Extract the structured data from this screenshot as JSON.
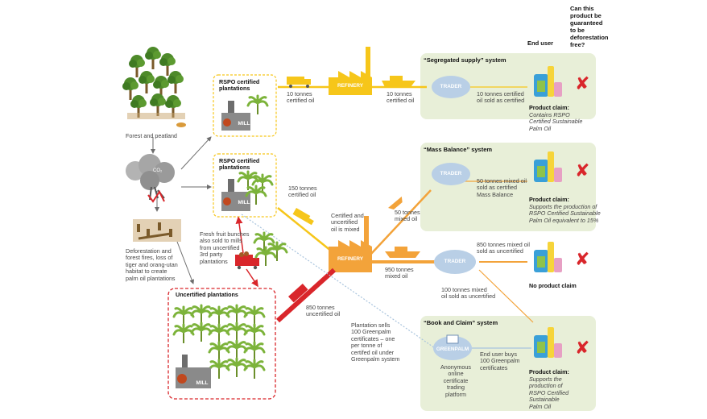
{
  "question": "Can this\nproduct be\nguaranteed\nto be\ndeforestation\nfree?",
  "end_user": "End user",
  "forest_label": "Forest and peatland",
  "co2_label": "CO₂",
  "deforestation_label": "Deforestation and\nforest fires, loss of\ntiger and orang-utan\nhabitat to create\npalm oil plantations",
  "plantation_1": "RSPO certified\nplantations",
  "plantation_2": "RSPO certified\nplantations",
  "uncertified": "Uncertified plantations",
  "mill": "MILL",
  "refinery": "REFINERY",
  "trader": "TRADER",
  "greenpalm": "GREENPALM",
  "flow_10_certified_a": "10 tonnes\ncertified oil",
  "flow_10_certified_b": "10 tonnes\ncertified oil",
  "flow_150_certified": "150 tonnes\ncertified oil",
  "flow_mixed": "Certified and\nuncertified\noil is mixed",
  "flow_50_mixed": "50 tonnes\nmixed oil",
  "flow_950_mixed": "950 tonnes\nmixed oil",
  "flow_850_uncertified": "850 tonnes\nuncertified oil",
  "fresh_fruit": "Fresh fruit bunches\nalso sold to mills\nfrom uncertified\n3rd party\nplantations",
  "plantation_sells": "Plantation sells\n100 Greenpalm\ncertificates – one\nper tonne of\ncertifed oil under\nGreenpalm system",
  "anon_platform": "Anonymous\nonline\ncertificate\ntrading\nplatform",
  "flow_100_mixed": "100 tonnes mixed\noil sold as uncertified",
  "systems": [
    {
      "title": "“Segregated supply” system",
      "flow": "10 tonnes certified\noil sold as certified",
      "claim_title": "Product claim:",
      "claim": "Contains RSPO\nCertified Sustainable\nPalm Oil"
    },
    {
      "title": "“Mass Balance” system",
      "flow": "50 tonnes mixed oil\nsold as certified\nMass Balance",
      "claim_title": "Product claim:",
      "claim": "Supports the production of\nRSPO Certified Sustainable\nPalm Oil equivalent to 15%"
    },
    {
      "title": "",
      "flow": "850 tonnes mixed oil\nsold as uncertified",
      "claim_title": "No product claim",
      "claim": ""
    },
    {
      "title": "“Book and Claim” system",
      "flow": "End user buys\n100 Greenpalm\ncertificates",
      "claim_title": "Product claim:",
      "claim": "Supports the\nproduction of\nRSPO Certified\nSustainable\nPalm Oil"
    }
  ],
  "answer_mark": "✘",
  "colors": {
    "yellow": "#f6c61a",
    "orange": "#f3a33a",
    "red": "#d9262b",
    "green_panel": "#e8efd8",
    "trader": "#b9cfe6",
    "tree": "#7cb33a"
  }
}
